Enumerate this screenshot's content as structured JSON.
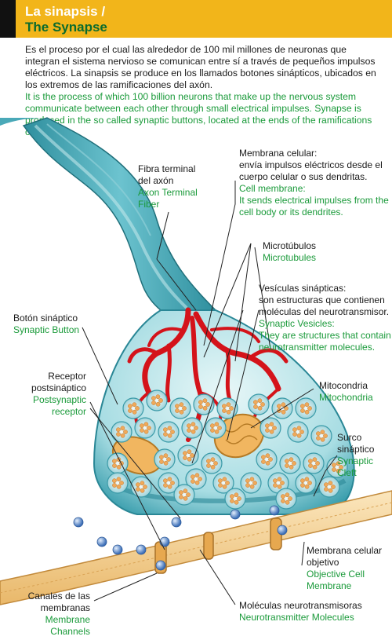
{
  "header": {
    "title_es": "La sinapsis /",
    "title_en": "The Synapse"
  },
  "intro": {
    "es": "Es el proceso por el cual las alrededor de 100 mil millones de neuronas que integran el sistema nervioso se comunican entre sí a través de pequeños impulsos eléctricos. La sinapsis se produce en los llamados botones sinápticos, ubicados en los extremos de las ramificaciones del axón.",
    "en": "It is the process of which 100 billion neurons that make up the nervous system communicate between each other through small electrical impulses. Synapse is produced in the so called synaptic buttons, located at the ends of the ramifications of the axon."
  },
  "labels": {
    "axon_terminal": {
      "es1": "Fibra terminal",
      "es2": "del axón",
      "en1": "Axon Terminal",
      "en2": "Fiber"
    },
    "cell_membrane": {
      "es1": "Membrana celular:",
      "es2": "envía impulsos eléctricos desde el",
      "es3": "cuerpo celular o sus dendritas.",
      "en1": "Cell membrane:",
      "en2": "It sends electrical impulses from the",
      "en3": "cell body or its dendrites."
    },
    "microtubules": {
      "es": "Microtúbulos",
      "en": "Microtubules"
    },
    "vesicles": {
      "es1": "Vesículas sinápticas:",
      "es2": "son estructuras que contienen",
      "es3": "moléculas del neurotransmisor.",
      "en1": "Synaptic Vesicles:",
      "en2": "They are structures that contain",
      "en3": "neurotransmitter molecules."
    },
    "synaptic_button": {
      "es": "Botón sináptico",
      "en": "Synaptic Button"
    },
    "receptor": {
      "es1": "Receptor",
      "es2": "postsináptico",
      "en1": "Postsynaptic",
      "en2": "receptor"
    },
    "mitochondria": {
      "es": "Mitocondria",
      "en": "Mitochondria"
    },
    "cleft": {
      "es1": "Surco",
      "es2": "sináptico",
      "en1": "Synaptic",
      "en2": "Cleft"
    },
    "objective_membrane": {
      "es1": "Membrana celular",
      "es2": "objetivo",
      "en1": "Objective Cell",
      "en2": "Membrane"
    },
    "channels": {
      "es1": "Canales de las",
      "es2": "membranas",
      "en1": "Membrane",
      "en2": "Channels"
    },
    "molecules": {
      "es": "Moléculas neurotransmisoras",
      "en": "Neurotransmitter Molecules"
    }
  },
  "colors": {
    "header": "#f2b51a",
    "english_text": "#1a9a3a",
    "axon_fill": "#4aa9b8",
    "capillaries": "#d4131a",
    "vesicle": "#f0a95a",
    "membrane": "#f3d49a"
  }
}
